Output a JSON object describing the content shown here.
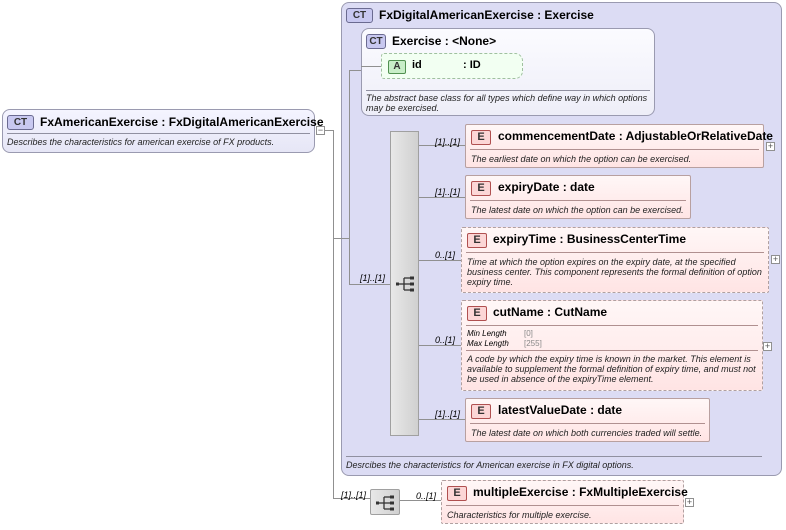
{
  "root": {
    "badge": "CT",
    "name": "FxAmericanExercise",
    "type": ": FxDigitalAmericanExercise",
    "doc": "Describes the characteristics for american exercise of FX products."
  },
  "base": {
    "badge": "CT",
    "name": "FxDigitalAmericanExercise",
    "type": ": Exercise",
    "doc": "Desrcibes the characteristics for American exercise in FX digital options."
  },
  "exercise": {
    "badge": "CT",
    "name": "Exercise",
    "type": ": <None>",
    "doc1": "The abstract base class for all types which define way in which options",
    "doc2": "may be exercised.",
    "attr": {
      "badge": "A",
      "name": "id",
      "type": ": ID"
    }
  },
  "sequence": {
    "cardinality": "[1]..[1]"
  },
  "elements": [
    {
      "badge": "E",
      "name": "commencementDate",
      "type": ": AdjustableOrRelativeDate",
      "cardinality": "[1]..[1]",
      "doc": [
        "The earliest date on which the option can be exercised."
      ]
    },
    {
      "badge": "E",
      "name": "expiryDate",
      "type": ": date",
      "cardinality": "[1]..[1]",
      "doc": [
        "The latest date on which the option can be exercised."
      ]
    },
    {
      "badge": "E",
      "name": "expiryTime",
      "type": ": BusinessCenterTime",
      "cardinality": "0..[1]",
      "doc": [
        "Time at which the option expires on the expiry date, at the specified",
        "business center. This component represents the formal definition of option",
        "expiry time."
      ]
    },
    {
      "badge": "E",
      "name": "cutName",
      "type": ": CutName",
      "cardinality": "0..[1]",
      "facets": [
        {
          "label": "Min Length",
          "value": "[0]"
        },
        {
          "label": "Max Length",
          "value": "[255]"
        }
      ],
      "doc": [
        "A code by which the expiry time is known in the market. This element is",
        "available to supplement the formal definition of expiry time, and must not",
        "be used in absence of the expiryTime element."
      ]
    },
    {
      "badge": "E",
      "name": "latestValueDate",
      "type": ": date",
      "cardinality": "[1]..[1]",
      "doc": [
        "The latest date on which both currencies traded will settle."
      ]
    }
  ],
  "bottom_sequence": {
    "cardinality": "[1]..[1]"
  },
  "multiple": {
    "badge": "E",
    "name": "multipleExercise",
    "type": ": FxMultipleExercise",
    "cardinality": "0..[1]",
    "doc": "Characteristics for multiple exercise."
  }
}
